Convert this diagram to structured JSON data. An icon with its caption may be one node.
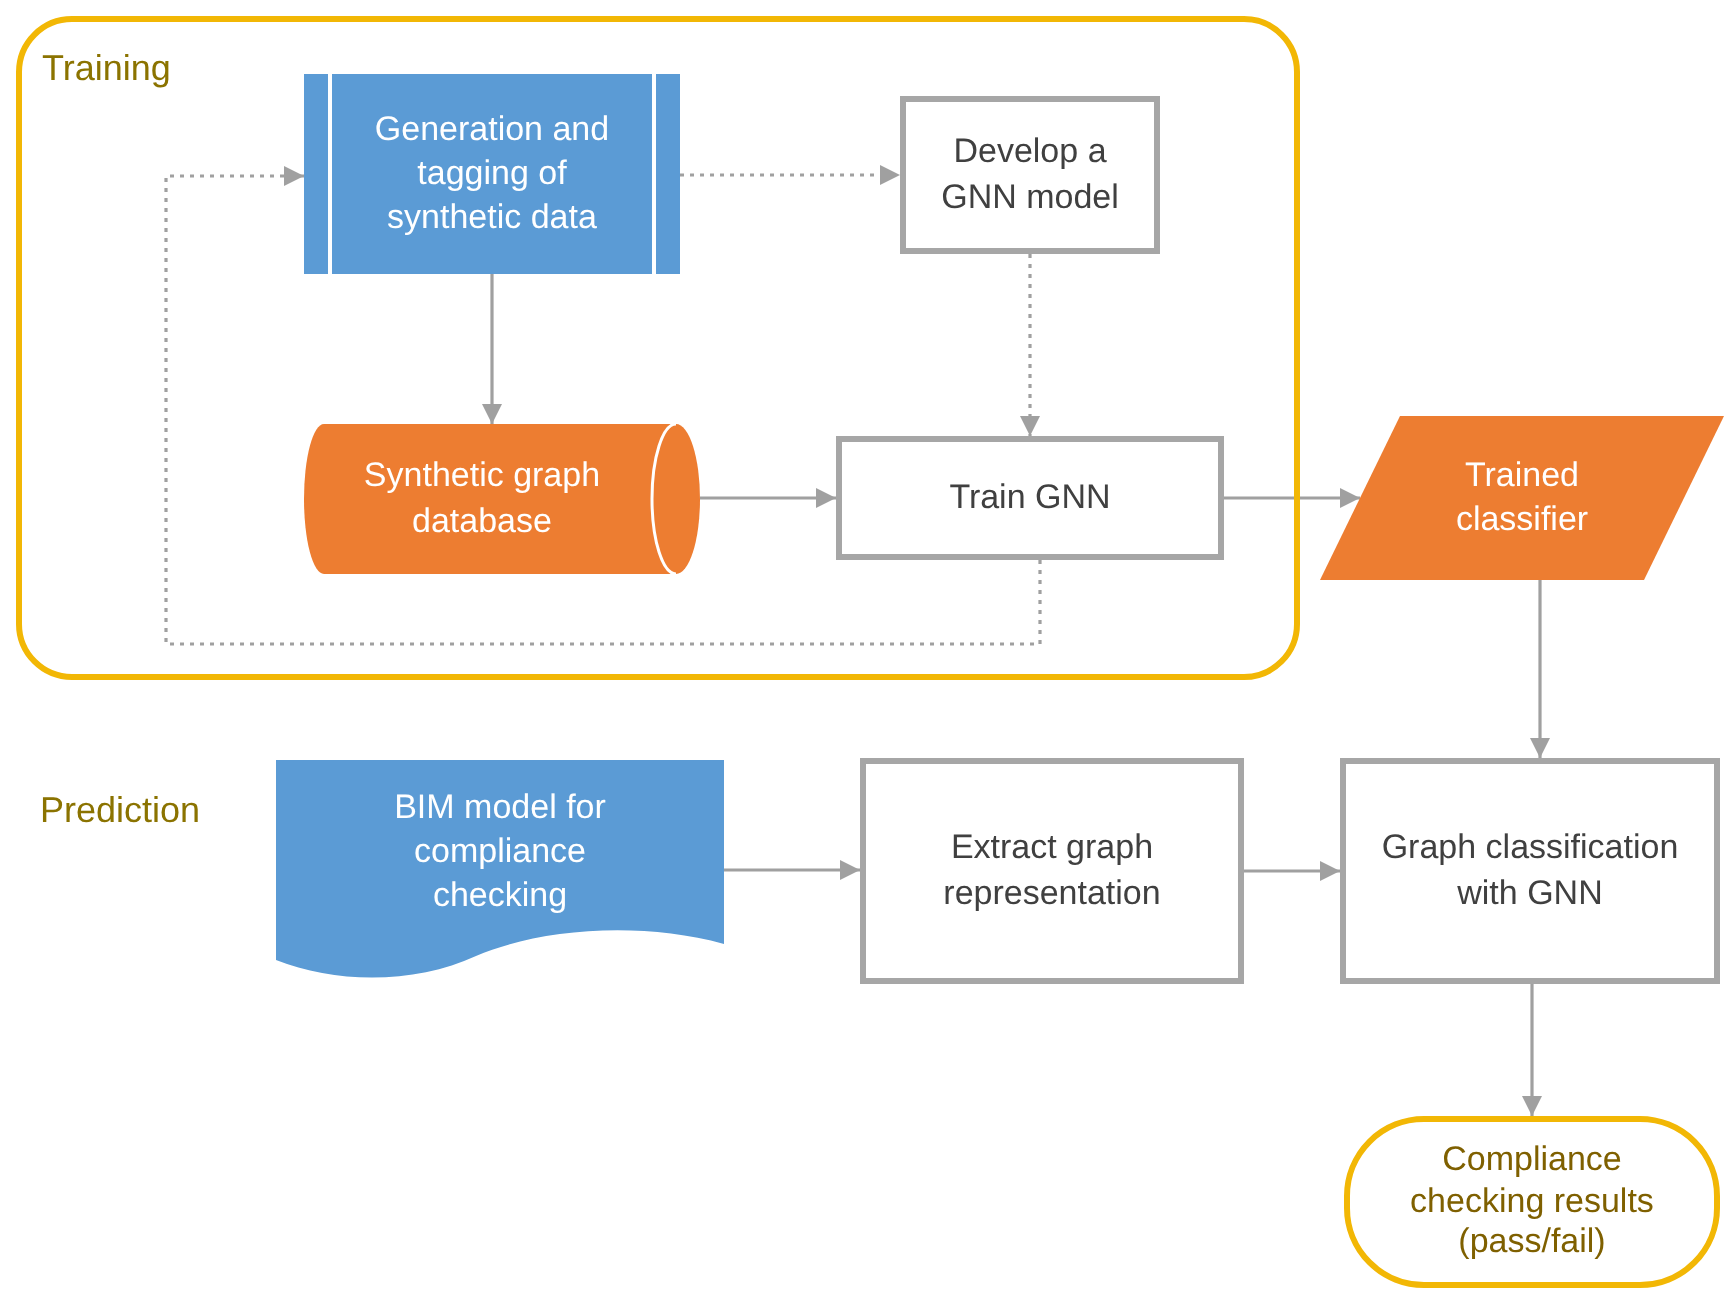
{
  "diagram": {
    "nodes": [
      {
        "text": [
          "Training"
        ]
      },
      {
        "text": [
          "Generation and tagging of synthetic data"
        ],
        "in": 0
      },
      {
        "text": [
          "Develop a GNN model"
        ],
        "in": 0
      },
      {
        "text": [
          "Synthetic graph database"
        ],
        "in": 0
      },
      {
        "text": [
          "Train GNN"
        ],
        "in": 0
      },
      {
        "text": [
          "Trained classifier"
        ]
      },
      {
        "text": [
          "BIM model for compliance checking"
        ]
      },
      {
        "text": [
          "Extract graph representation"
        ]
      },
      {
        "text": [
          "Graph classification with GNN"
        ]
      },
      {
        "text": [
          "Compliance checking results (pass/fail)"
        ]
      }
    ],
    "edges": [
      {
        "from": 1,
        "to": 2,
        "arrow": "to",
        "style": "dashed"
      },
      {
        "from": 1,
        "to": 3,
        "arrow": "to"
      },
      {
        "from": 2,
        "to": 4,
        "arrow": "to",
        "style": "dashed"
      },
      {
        "from": 3,
        "to": 4,
        "arrow": "to"
      },
      {
        "from": 4,
        "to": 1,
        "arrow": "to",
        "style": "dashed"
      },
      {
        "from": 4,
        "to": 5,
        "arrow": "to"
      },
      {
        "from": 5,
        "to": 8,
        "arrow": "to"
      },
      {
        "from": 6,
        "to": 7,
        "arrow": "to"
      },
      {
        "from": 7,
        "to": 8,
        "arrow": "to"
      },
      {
        "from": 8,
        "to": 9,
        "arrow": "to"
      }
    ],
    "labels": [
      "Prediction"
    ]
  }
}
